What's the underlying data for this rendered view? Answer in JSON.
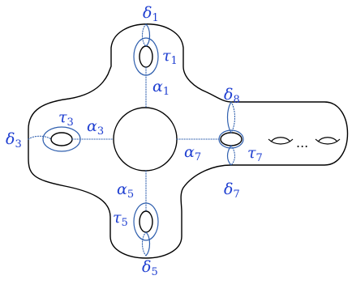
{
  "curve_labels": [
    {
      "greek": "δ",
      "index": "1"
    },
    {
      "greek": "τ",
      "index": "1"
    },
    {
      "greek": "α",
      "index": "1"
    },
    {
      "greek": "δ",
      "index": "8"
    },
    {
      "greek": "τ",
      "index": "3"
    },
    {
      "greek": "α",
      "index": "3"
    },
    {
      "greek": "δ",
      "index": "3"
    },
    {
      "greek": "α",
      "index": "7"
    },
    {
      "greek": "τ",
      "index": "7"
    },
    {
      "greek": "δ",
      "index": "7"
    },
    {
      "greek": "α",
      "index": "5"
    },
    {
      "greek": "τ",
      "index": "5"
    },
    {
      "greek": "δ",
      "index": "5"
    }
  ],
  "ellipsis": "...",
  "colors": {
    "surface": "#000000",
    "curves": "#2f5fae",
    "labels": "#1f3fd1"
  }
}
